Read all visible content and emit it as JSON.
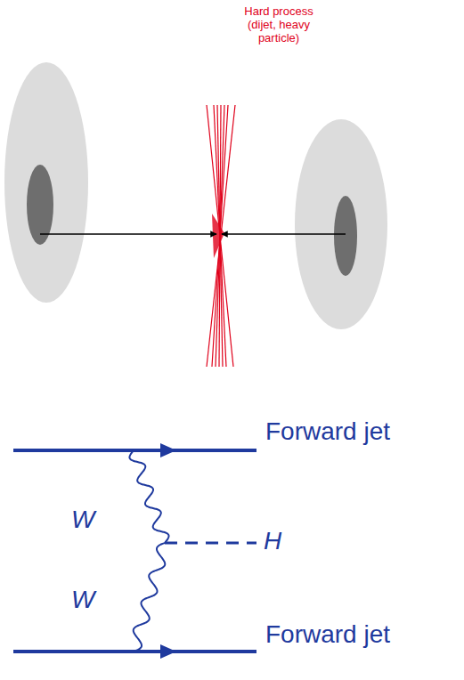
{
  "diagram": {
    "labels": [
      "Hard process (dijet, heavy particle)",
      "W",
      "H",
      "W",
      "Forward jet",
      "Forward jet"
    ]
  }
}
